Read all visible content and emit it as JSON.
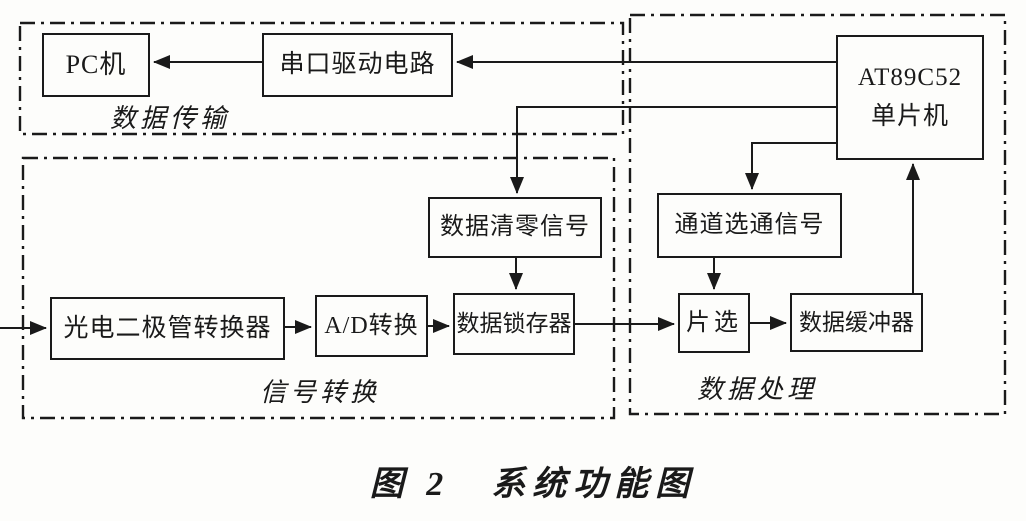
{
  "figure": {
    "caption": "图 2　系统功能图"
  },
  "groups": {
    "data_transfer": {
      "label": "数据传输"
    },
    "signal_conversion": {
      "label": "信号转换"
    },
    "data_processing": {
      "label": "数据处理"
    }
  },
  "nodes": {
    "pc": {
      "label": "PC机"
    },
    "serial_driver": {
      "label": "串口驱动电路"
    },
    "mcu": {
      "line1": "AT89C52",
      "line2": "单片机"
    },
    "data_clear": {
      "label": "数据清零信号"
    },
    "channel_strobe": {
      "label": "通道选通信号"
    },
    "photodiode": {
      "label": "光电二极管转换器"
    },
    "ad_converter": {
      "label": "A/D转换"
    },
    "data_latch": {
      "label": "数据锁存器"
    },
    "chip_select": {
      "label": "片选"
    },
    "data_buffer": {
      "label": "数据缓冲器"
    }
  },
  "colors": {
    "ink": "#1a1a1a",
    "paper": "#fdfdfb"
  }
}
